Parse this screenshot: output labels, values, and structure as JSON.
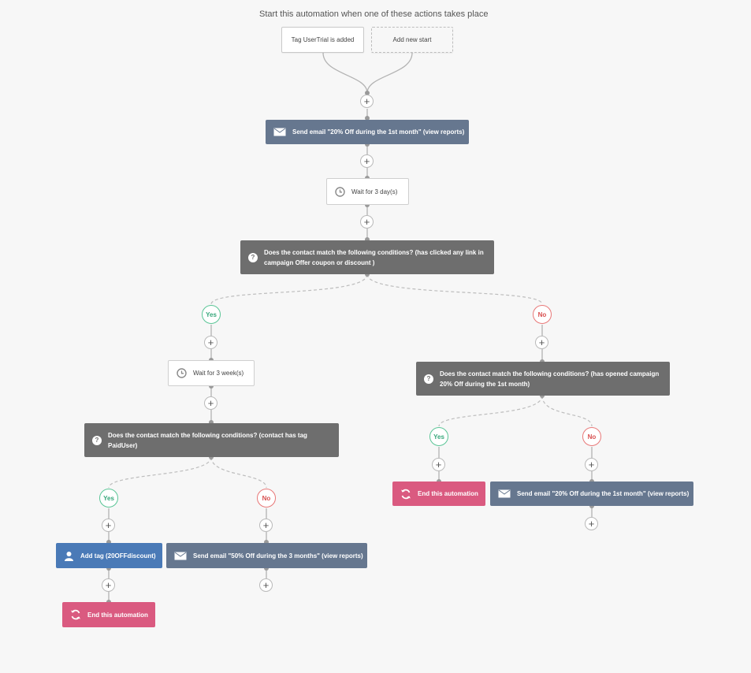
{
  "colors": {
    "email_block": "#66778f",
    "condition_block": "#6e6e6e",
    "tag_block": "#4a7ab7",
    "end_block": "#da5a80",
    "yes": "#5ac596",
    "no": "#e87878",
    "connector": "#b3b3b3"
  },
  "header": {
    "title": "Start this automation when one of these actions takes place"
  },
  "triggers": {
    "trigger_1": "Tag UserTrial is added",
    "add_new": "Add new start"
  },
  "plus_symbol": "+",
  "steps": {
    "send_email_1": "Send email \"20% Off during the 1st month\" (view reports)",
    "wait_1": "Wait for 3 day(s)",
    "condition_1": "Does the contact match the following conditions? (has clicked any link in campaign Offer coupon or discount )",
    "condition_1_yes": "Yes",
    "condition_1_no": "No"
  },
  "left_branch": {
    "wait": "Wait for 3 week(s)",
    "condition": "Does the contact match the following conditions? (contact has tag PaidUser)",
    "yes": "Yes",
    "no": "No",
    "add_tag": "Add tag (20OFFdiscount)",
    "send_email": "Send email \"50% Off during the 3 months\" (view reports)",
    "end": "End this automation"
  },
  "right_branch": {
    "condition": "Does the contact match the following conditions? (has opened campaign 20% Off during the 1st month)",
    "yes": "Yes",
    "no": "No",
    "end": "End this automation",
    "send_email": "Send email \"20% Off during the 1st month\" (view reports)"
  },
  "icons": {
    "email": "envelope-icon",
    "wait": "clock-icon",
    "condition": "question-icon",
    "tag": "user-icon",
    "end": "refresh-icon"
  }
}
